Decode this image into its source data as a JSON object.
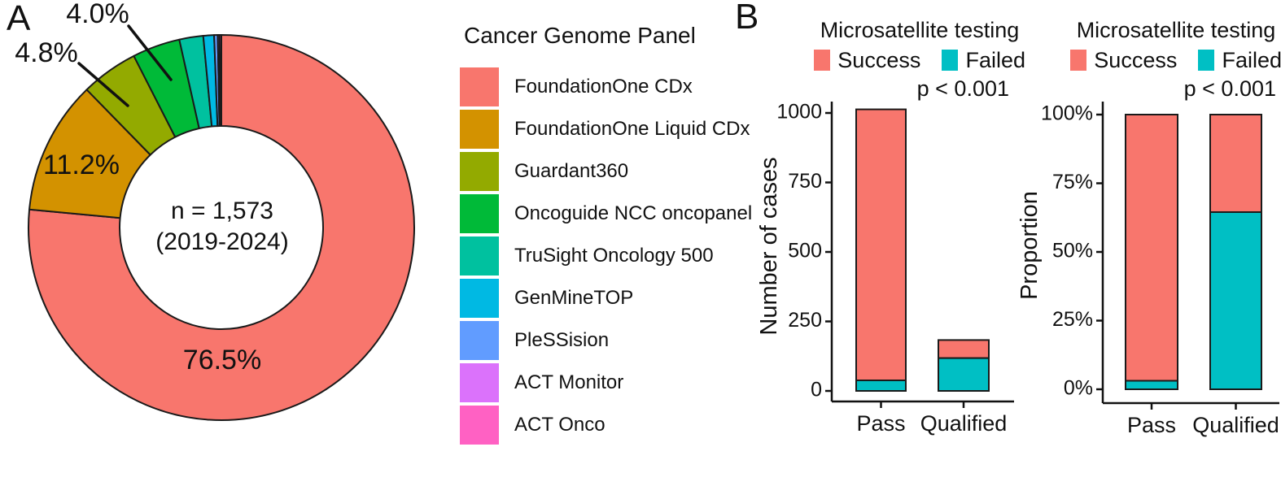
{
  "panels": {
    "a_label": "A",
    "b_label": "B"
  },
  "donut": {
    "center_line1": "n = 1,573",
    "center_line2": "(2019-2024)"
  },
  "chart_data": [
    {
      "type": "pie",
      "subtype": "donut",
      "title": "Cancer Genome Panel",
      "center_label": "n = 1,573 (2019-2024)",
      "direction": "clockwise",
      "start_angle_deg": 0,
      "slices": [
        {
          "label": "FoundationOne CDx",
          "pct": 76.5,
          "pct_label": "76.5%",
          "color": "#F8766D"
        },
        {
          "label": "FoundationOne Liquid CDx",
          "pct": 11.2,
          "pct_label": "11.2%",
          "color": "#D39200"
        },
        {
          "label": "Guardant360",
          "pct": 4.8,
          "pct_label": "4.8%",
          "color": "#93AA00"
        },
        {
          "label": "Oncoguide NCC oncopanel",
          "pct": 4.0,
          "pct_label": "4.0%",
          "color": "#00BA38"
        },
        {
          "label": "TruSight Oncology 500",
          "pct": 2.0,
          "color": "#00C19F"
        },
        {
          "label": "GenMineTOP",
          "pct": 0.9,
          "color": "#00B9E3"
        },
        {
          "label": "PleSSision",
          "pct": 0.3,
          "color": "#619CFF"
        },
        {
          "label": "ACT Monitor",
          "pct": 0.15,
          "color": "#DB72FB"
        },
        {
          "label": "ACT Onco",
          "pct": 0.15,
          "color": "#FF61C3"
        }
      ]
    },
    {
      "type": "bar",
      "stacked": true,
      "title": "Microsatellite testing",
      "p_value": "p < 0.001",
      "ylabel": "Number of cases",
      "categories": [
        "Pass",
        "Qualified"
      ],
      "series": [
        {
          "name": "Success",
          "color": "#F8766D",
          "values": [
            975,
            65
          ]
        },
        {
          "name": "Failed",
          "color": "#00BFC4",
          "values": [
            38,
            118
          ]
        }
      ],
      "yticks": [
        0,
        250,
        500,
        750,
        1000
      ],
      "ytick_labels": [
        "0",
        "250",
        "500",
        "750",
        "1000"
      ],
      "ylim": [
        0,
        1055
      ],
      "legend_position": "top"
    },
    {
      "type": "bar",
      "stacked": true,
      "title": "Microsatellite testing",
      "p_value": "p < 0.001",
      "ylabel": "Proportion",
      "categories": [
        "Pass",
        "Qualified"
      ],
      "series": [
        {
          "name": "Success",
          "color": "#F8766D",
          "values": [
            96.9,
            35.5
          ]
        },
        {
          "name": "Failed",
          "color": "#00BFC4",
          "values": [
            3.1,
            64.5
          ]
        }
      ],
      "yticks": [
        0,
        25,
        50,
        75,
        100
      ],
      "ytick_labels": [
        "0%",
        "25%",
        "50%",
        "75%",
        "100%"
      ],
      "ylim": [
        0,
        105
      ],
      "legend_position": "top"
    }
  ]
}
